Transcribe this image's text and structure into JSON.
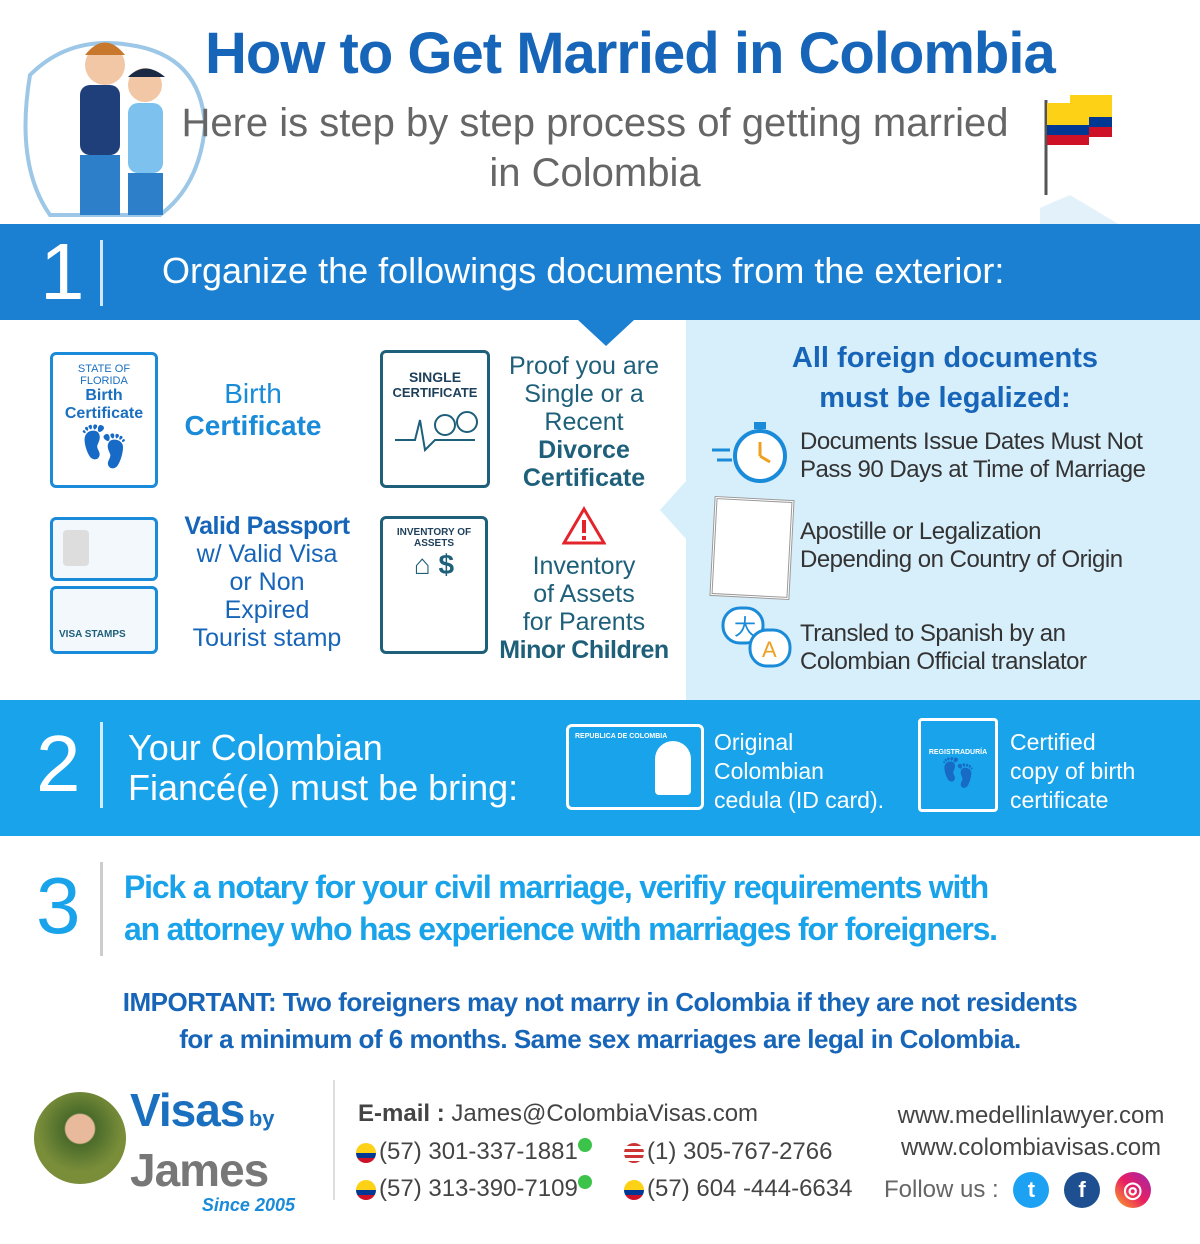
{
  "header": {
    "title": "How to Get Married in Colombia",
    "subtitle": "Here is step by step process of getting married in Colombia"
  },
  "step1": {
    "number": "1",
    "heading": "Organize the followings documents from the exterior:",
    "birth_icon": {
      "line1": "STATE OF FLORIDA",
      "line2": "Birth",
      "line3": "Certificate"
    },
    "birth_label1": "Birth",
    "birth_label2": "Certificate",
    "single_icon": {
      "line1": "SINGLE",
      "line2": "CERTIFICATE"
    },
    "single_label": [
      "Proof you are",
      "Single or a",
      "Recent",
      "Divorce",
      "Certificate"
    ],
    "passport_label": [
      "Valid Passport",
      "w/ Valid Visa",
      "or Non",
      "Expired",
      "Tourist stamp"
    ],
    "passport_icon": {
      "stamp": "VISA STAMPS"
    },
    "inventory_icon": {
      "line1": "INVENTORY OF",
      "line2": "ASSETS"
    },
    "inventory_label": [
      "Inventory",
      "of Assets",
      "for Parents",
      "Minor Children"
    ],
    "legal": {
      "heading1": "All foreign documents",
      "heading2": "must be legalized:",
      "items": [
        {
          "icon": "stopwatch-icon",
          "line1": "Documents Issue Dates Must Not",
          "line2": "Pass 90 Days at Time of Marriage"
        },
        {
          "icon": "apostille-certificate-icon",
          "line1": "Apostille or Legalization",
          "line2": "Depending on Country of Origin"
        },
        {
          "icon": "translate-icon",
          "line1": "Transled to Spanish by an",
          "line2": "Colombian Official translator"
        }
      ]
    }
  },
  "step2": {
    "number": "2",
    "heading1": "Your Colombian",
    "heading2": "Fiancé(e) must be bring:",
    "id_card": {
      "header": "REPUBLICA DE COLOMBIA",
      "label": [
        "Original",
        "Colombian",
        "cedula (ID card)."
      ]
    },
    "birth_cert": {
      "header": "REGISTRADURÍA",
      "label": [
        "Certified",
        "copy of birth",
        "certificate"
      ]
    }
  },
  "step3": {
    "number": "3",
    "line1": "Pick a notary for your civil marriage, verifiy requirements with",
    "line2": "an attorney who has experience with marriages for foreigners."
  },
  "important": {
    "line1": "IMPORTANT: Two foreigners may not marry in Colombia if they are not residents",
    "line2": "for a minimum of 6 months. Same sex marriages are legal in Colombia."
  },
  "footer": {
    "logo_visas": "Visas",
    "logo_by": "by",
    "logo_james": "James",
    "logo_since": "Since 2005",
    "email_label": "E-mail :",
    "email": "James@ColombiaVisas.com",
    "phones": [
      "(57) 301-337-1881",
      "(1) 305-767-2766",
      "(57) 313-390-7109",
      "(57) 604 -444-6634"
    ],
    "websites": [
      "www.medellinlawyer.com",
      "www.colombiavisas.com"
    ],
    "follow": "Follow us :"
  },
  "colors": {
    "title": "#1765b8",
    "band1": "#1b80d2",
    "band2": "#19a3ea",
    "panel": "#d7eefb"
  }
}
